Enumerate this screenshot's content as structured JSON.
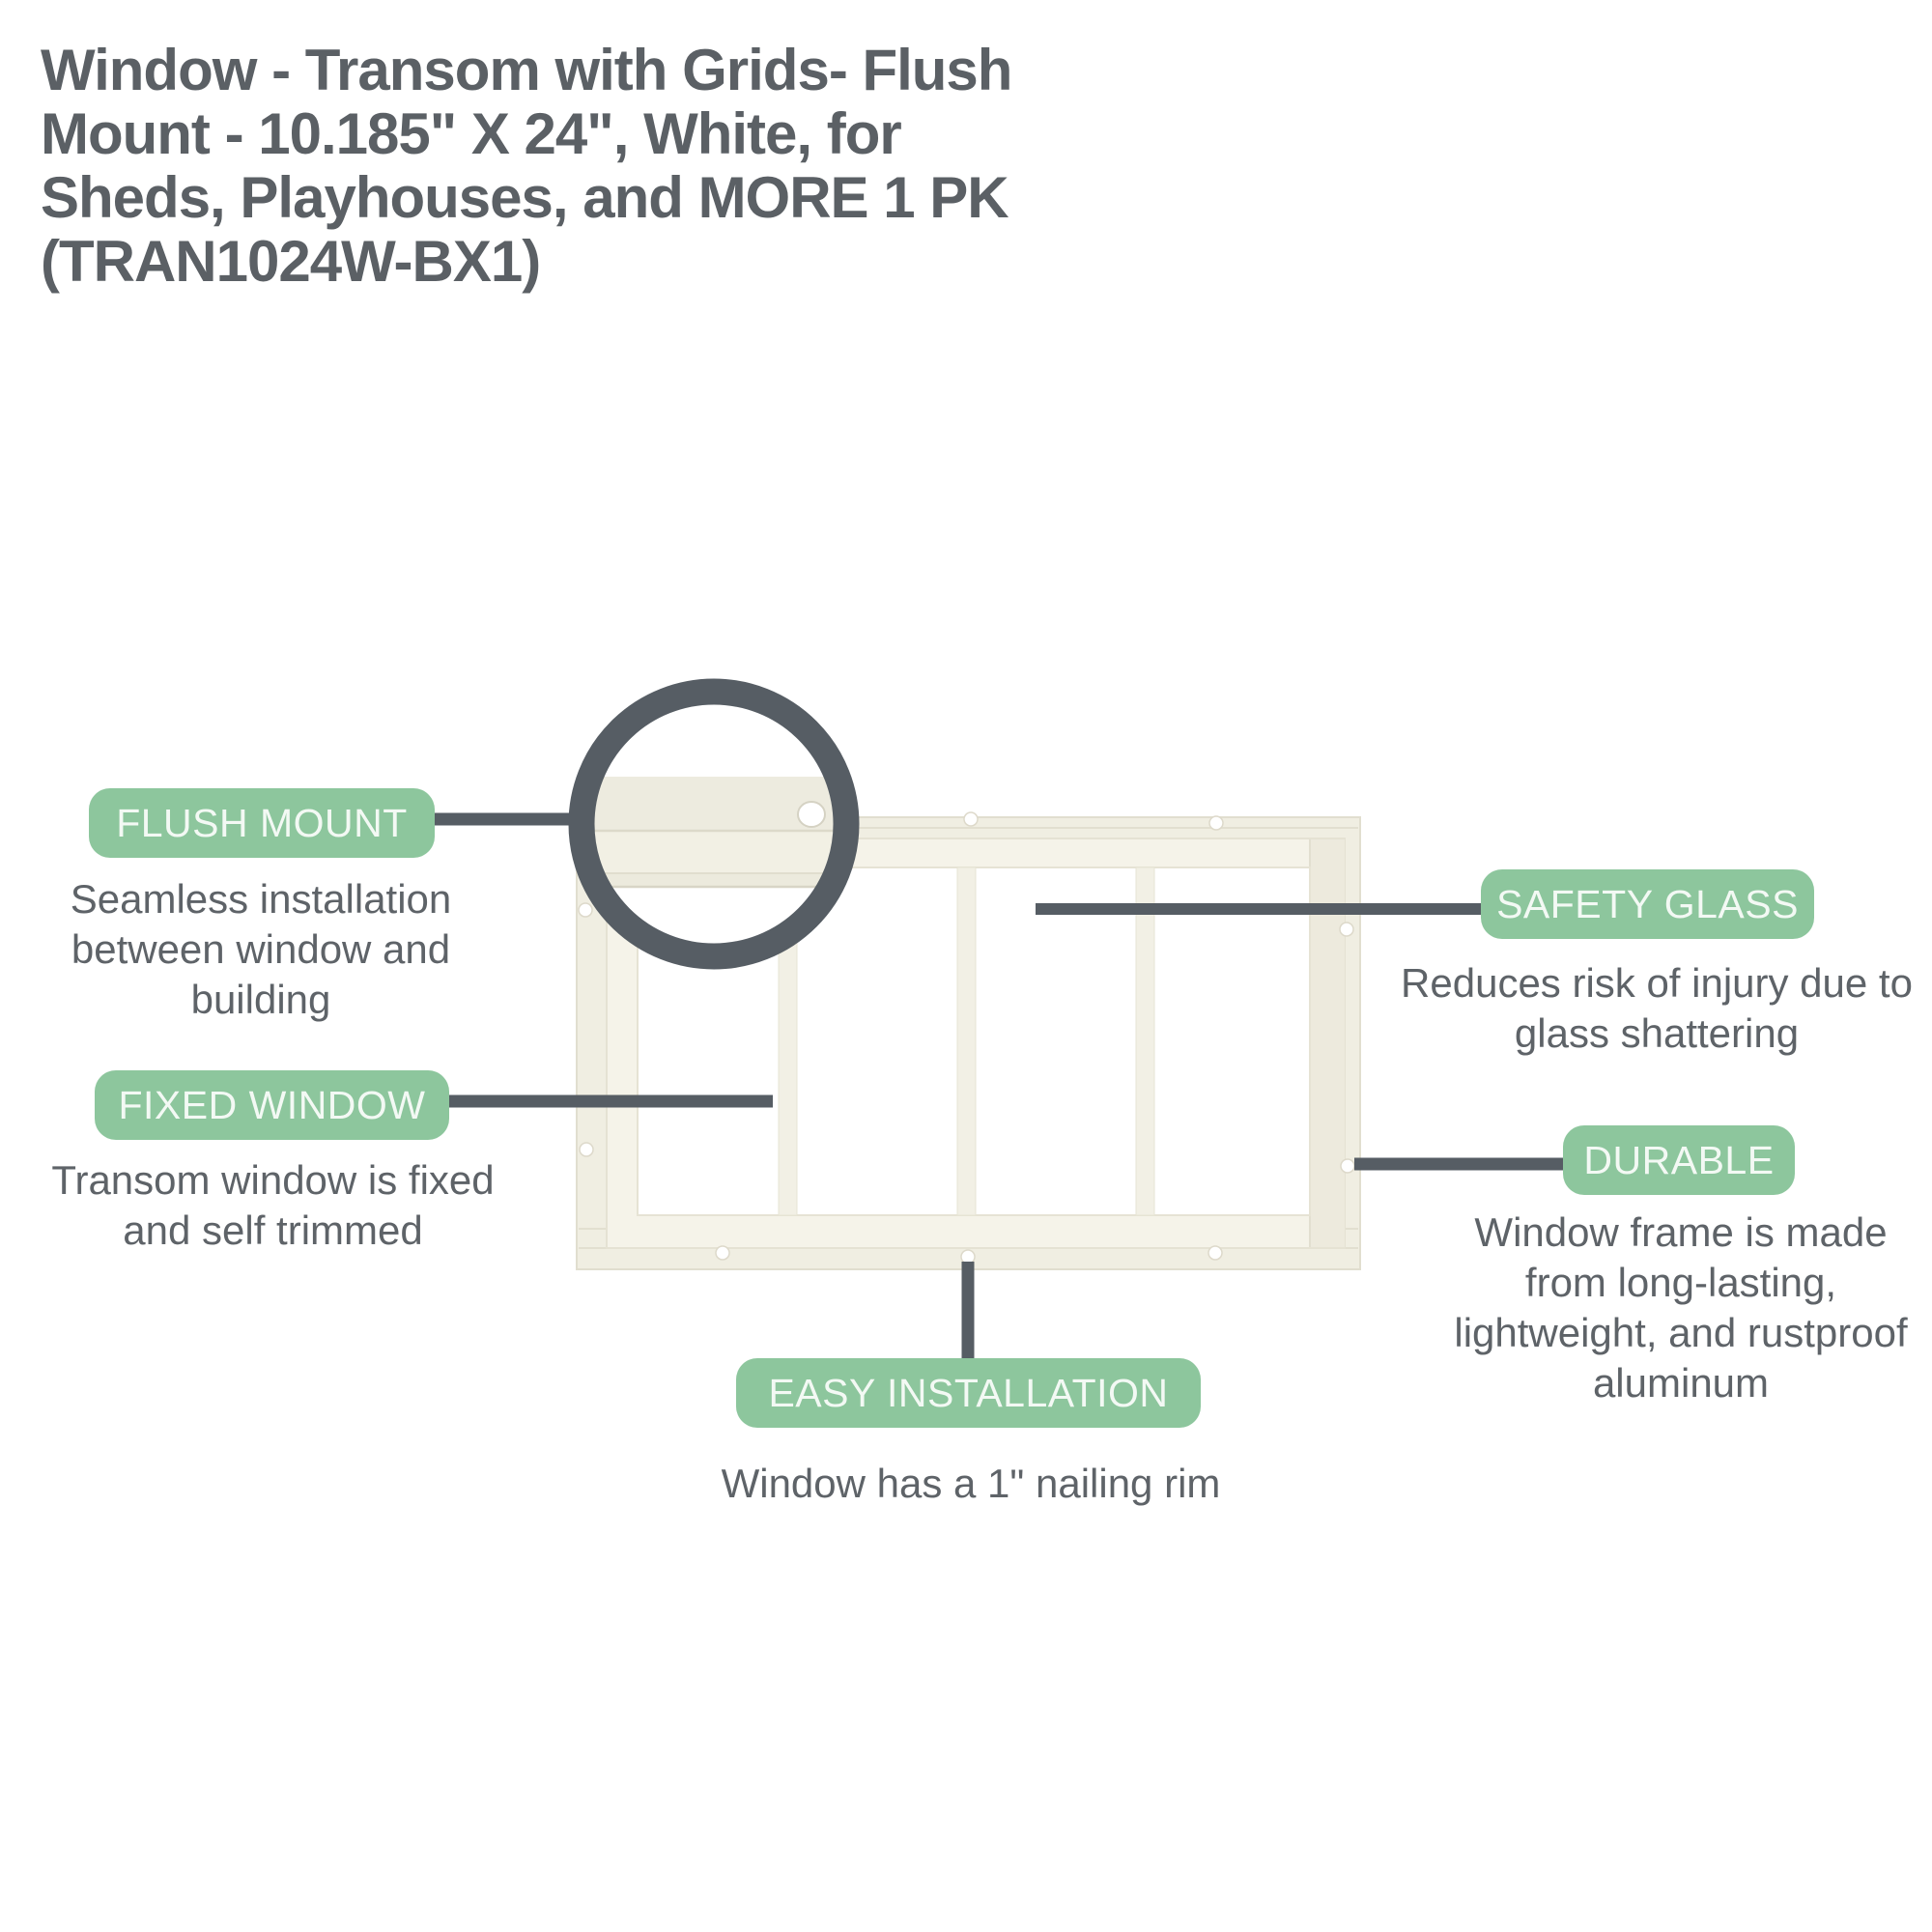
{
  "title_lines": [
    "Window - Transom with Grids- Flush",
    "Mount - 10.185\" X 24\", White, for",
    "Sheds, Playhouses, and MORE 1 PK",
    "(TRAN1024W-BX1)"
  ],
  "colors": {
    "badge_green": "#8dc69d",
    "badge_text": "#f3f9f4",
    "callout_line": "#565d64",
    "title_text": "#5b6065",
    "desc_text": "#5e6368"
  },
  "callouts": {
    "flush_mount": {
      "label": "FLUSH MOUNT",
      "desc_lines": [
        "Seamless installation",
        "between window and",
        "building"
      ]
    },
    "fixed_window": {
      "label": "FIXED WINDOW",
      "desc_lines": [
        "Transom window is fixed",
        "and self trimmed"
      ]
    },
    "safety_glass": {
      "label": "SAFETY GLASS",
      "desc_lines": [
        "Reduces risk of injury due to",
        "glass shattering"
      ]
    },
    "durable": {
      "label": "DURABLE",
      "desc_lines": [
        "Window frame is made",
        "from long-lasting,",
        "lightweight, and rustproof",
        "aluminum"
      ]
    },
    "easy_installation": {
      "label": "EASY INSTALLATION",
      "desc_lines": [
        "Window has a 1\" nailing rim"
      ]
    }
  }
}
